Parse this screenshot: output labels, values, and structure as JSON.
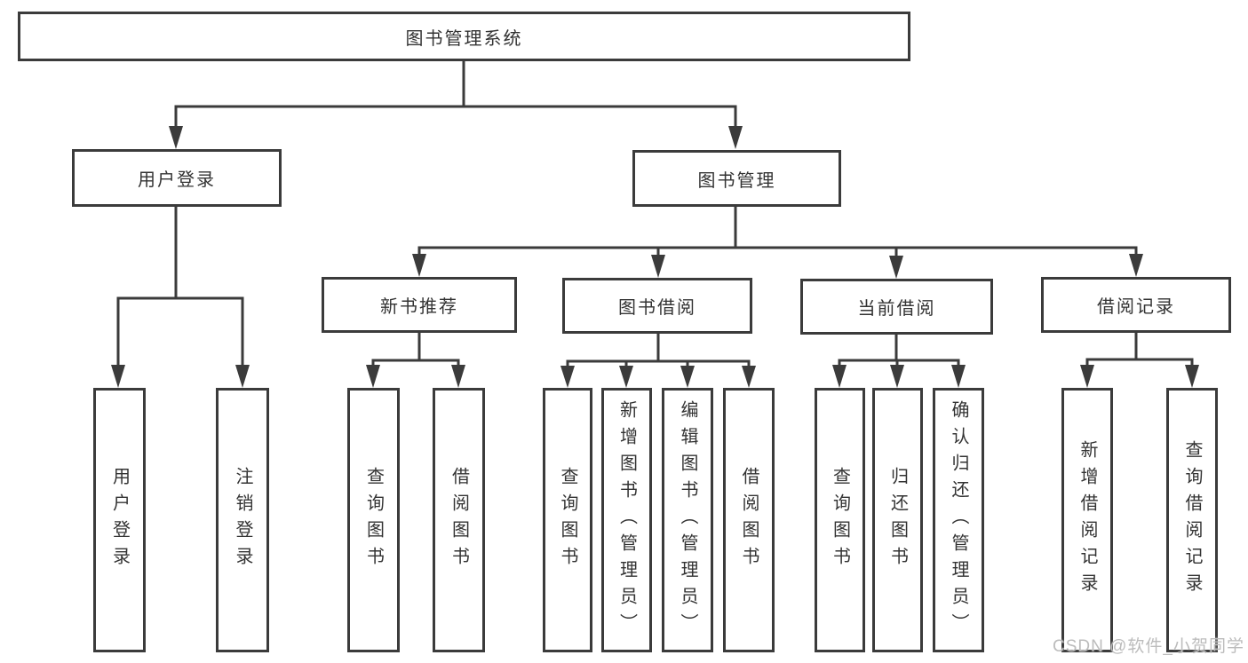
{
  "diagram_title": "图书管理系统",
  "nodes": {
    "root": {
      "label": "图书管理系统"
    },
    "user_login": {
      "label": "用户登录",
      "children": [
        {
          "label": "用户登录"
        },
        {
          "label": "注销登录"
        }
      ]
    },
    "book_management": {
      "label": "图书管理",
      "children": [
        {
          "label": "新书推荐",
          "children": [
            {
              "label": "查询图书"
            },
            {
              "label": "借阅图书"
            }
          ]
        },
        {
          "label": "图书借阅",
          "children": [
            {
              "label": "查询图书"
            },
            {
              "label": "新增图书（管理员）"
            },
            {
              "label": "编辑图书（管理员）"
            },
            {
              "label": "借阅图书"
            }
          ]
        },
        {
          "label": "当前借阅",
          "children": [
            {
              "label": "查询图书"
            },
            {
              "label": "归还图书"
            },
            {
              "label": "确认归还（管理员）"
            }
          ]
        },
        {
          "label": "借阅记录",
          "children": [
            {
              "label": "新增借阅记录"
            },
            {
              "label": "查询借阅记录"
            }
          ]
        }
      ]
    }
  },
  "watermark": {
    "text": "CSDN @软件_小贺同学"
  },
  "colors": {
    "border": "#3b3b3b",
    "text": "#333333",
    "background": "#ffffff",
    "watermark": "#bcbcbc"
  }
}
